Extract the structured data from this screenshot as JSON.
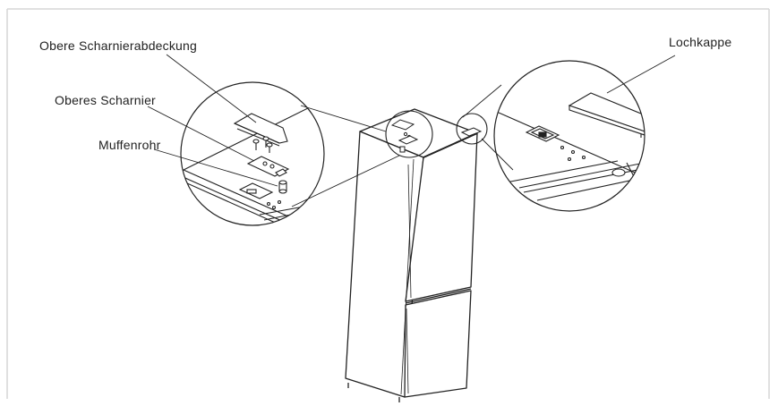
{
  "labels": {
    "upper_hinge_cover": "Obere Scharnierabdeckung",
    "upper_hinge": "Oberes Scharnier",
    "sleeve_tube": "Muffenrohr",
    "hole_cap": "Lochkappe"
  },
  "colors": {
    "line": "#222222",
    "frame": "#d8d8d8",
    "background": "#ffffff"
  }
}
